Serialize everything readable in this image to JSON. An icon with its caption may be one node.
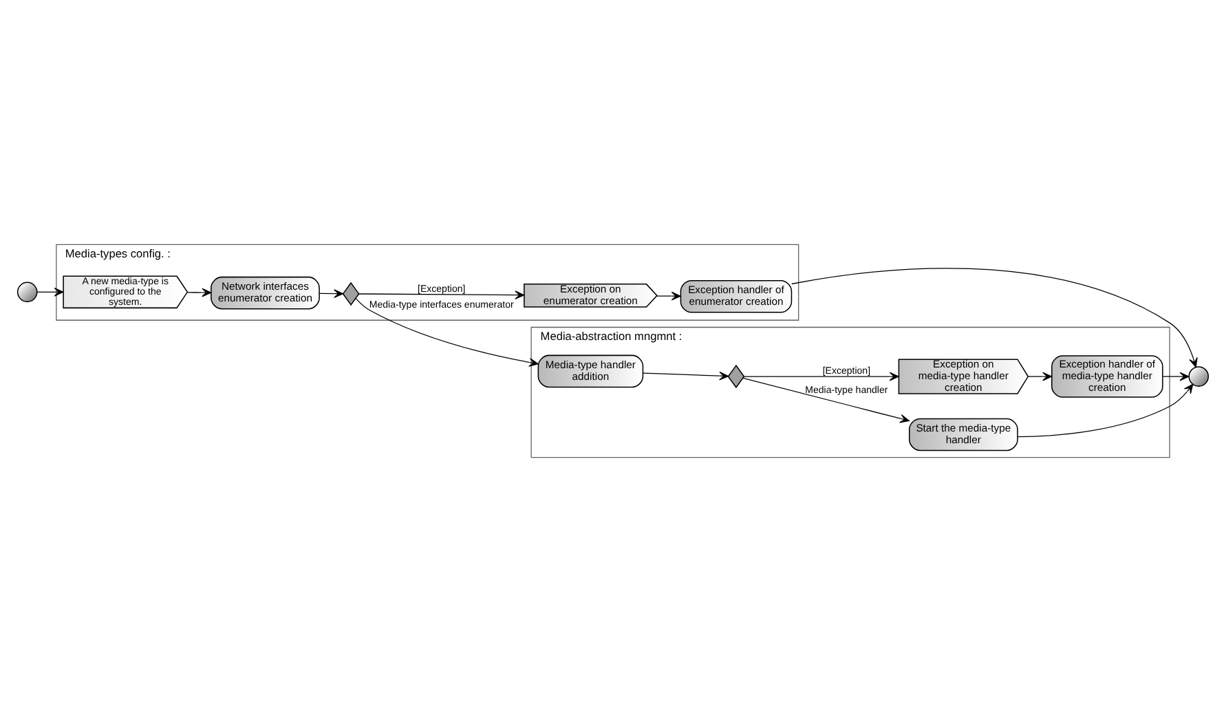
{
  "diagram": {
    "nodes": [
      {
        "text": [],
        "shape": "circle"
      },
      {
        "text": [
          "Media-types config. :"
        ]
      },
      {
        "text": [
          "A new media-type is configured to the system."
        ],
        "in": 1
      },
      {
        "text": [
          "Network interfaces enumerator creation"
        ],
        "in": 1
      },
      {
        "text": [],
        "shape": "diamond",
        "in": 1
      },
      {
        "text": [
          "Exception on enumerator creation"
        ],
        "in": 1
      },
      {
        "text": [
          "Exception handler of enumerator creation"
        ],
        "in": 1
      },
      {
        "text": [
          "Media-abstraction mngmnt :"
        ]
      },
      {
        "text": [
          "Media-type handler addition"
        ],
        "in": 7
      },
      {
        "text": [],
        "shape": "diamond",
        "in": 7
      },
      {
        "text": [
          "Exception on media-type handler creation"
        ],
        "in": 7
      },
      {
        "text": [
          "Exception handler of media-type handler creation"
        ],
        "in": 7
      },
      {
        "text": [
          "Start the media-type handler"
        ],
        "in": 7
      },
      {
        "text": [],
        "shape": "circle"
      }
    ],
    "edges": [
      {
        "from": 0,
        "to": 2,
        "arrow": "to"
      },
      {
        "from": 2,
        "to": 3,
        "arrow": "to"
      },
      {
        "from": 3,
        "to": 4,
        "arrow": "to"
      },
      {
        "from": 4,
        "to": 5,
        "arrow": "to",
        "label": "[Exception]"
      },
      {
        "from": 5,
        "to": 6,
        "arrow": "to"
      },
      {
        "from": 6,
        "to": 13,
        "arrow": "to"
      },
      {
        "from": 4,
        "to": 8,
        "arrow": "to",
        "label": "Media-type interfaces enumerator"
      },
      {
        "from": 8,
        "to": 9,
        "arrow": "to"
      },
      {
        "from": 9,
        "to": 10,
        "arrow": "to",
        "label": "[Exception]"
      },
      {
        "from": 10,
        "to": 11,
        "arrow": "to"
      },
      {
        "from": 11,
        "to": 13,
        "arrow": "to"
      },
      {
        "from": 9,
        "to": 12,
        "arrow": "to",
        "label": "Media-type handler"
      },
      {
        "from": 12,
        "to": 13,
        "arrow": "to"
      }
    ]
  }
}
